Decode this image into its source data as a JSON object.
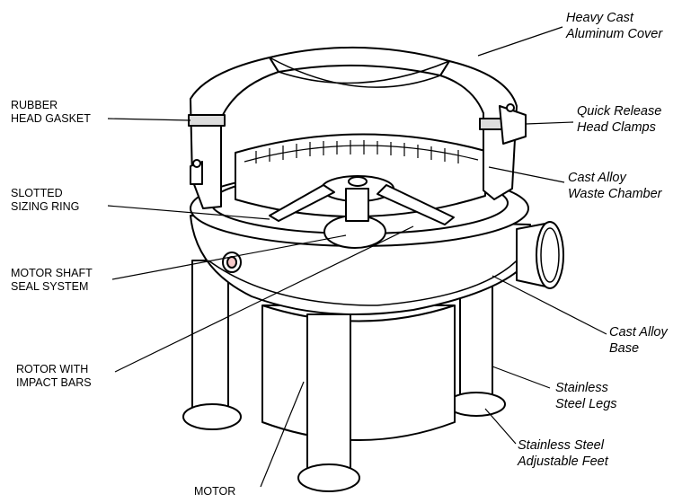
{
  "labels": {
    "rubber_gasket": [
      "RUBBER",
      "HEAD GASKET"
    ],
    "sizing_ring": [
      "SLOTTED",
      "SIZING RING"
    ],
    "seal_system": [
      "MOTOR SHAFT",
      "SEAL SYSTEM"
    ],
    "rotor": [
      "ROTOR WITH",
      "IMPACT BARS"
    ],
    "motor": [
      "MOTOR"
    ],
    "cover": [
      "Heavy Cast",
      "Aluminum Cover"
    ],
    "clamps": [
      "Quick Release",
      "Head Clamps"
    ],
    "waste_chamber": [
      "Cast Alloy",
      "Waste Chamber"
    ],
    "base": [
      "Cast Alloy",
      "Base"
    ],
    "legs": [
      "Stainless",
      "Steel Legs"
    ],
    "feet": [
      "Stainless Steel",
      "Adjustable Feet"
    ]
  }
}
